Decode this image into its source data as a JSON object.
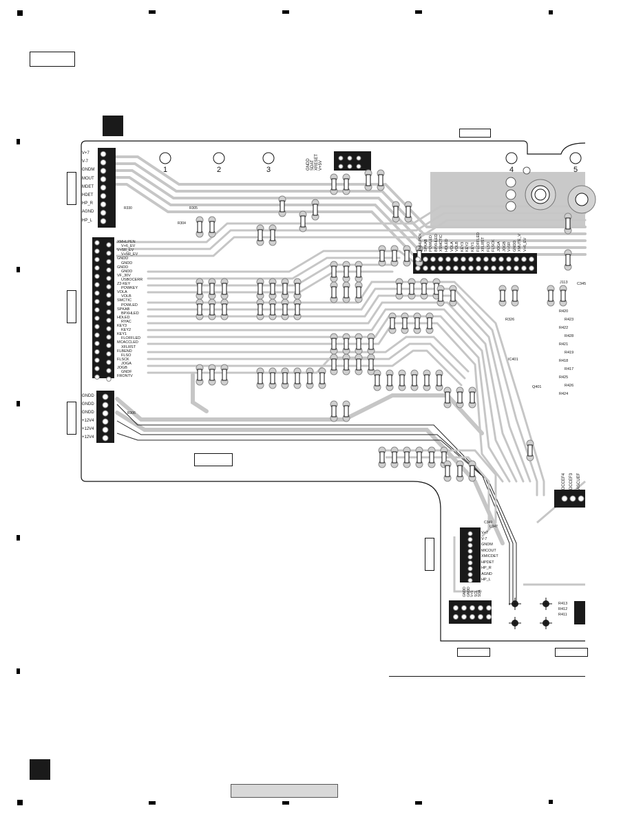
{
  "board": {
    "pin_numbers": [
      "1",
      "2",
      "3",
      "4",
      "5"
    ],
    "connector_left_top_pins": [
      "V+7",
      "V-7",
      "GNDM",
      "MOUT",
      "MDET",
      "HDET",
      "HP_R",
      "AGND",
      "HP_L"
    ],
    "connector_left_mid_pins": [
      "XMHLPEN",
      "V+6_EV",
      "V+5R_EV",
      "V+5R_EV",
      "GNDD",
      "GNDD",
      "GNDD",
      "GNDD",
      "VF_30V",
      "USBOCERR",
      "Z2-KEY",
      "POWKEY",
      "VOLA",
      "VOLB",
      "SMCTIC",
      "POWLED",
      "SPKAB",
      "BPXHLED",
      "HDLED",
      "RYAC",
      "KEY3",
      "KEY2",
      "KEY1",
      "FLOFFLED",
      "MCACCLED",
      "XFLRST",
      "FLBEND",
      "FLSO",
      "FLSCK",
      "JOGA",
      "JOGB",
      "GNDF",
      "FRONTV"
    ],
    "connector_left_bot_pins": [
      "GNDD",
      "GNDD",
      "GNDD",
      "+12V4",
      "+12V4",
      "+12V4"
    ],
    "top_connector_pins": [
      "V+5V",
      "XRESET",
      "SDAT",
      "GNDD"
    ],
    "header_mid_pins": [
      "XMHLPEN",
      "SPKAB",
      "POWLED",
      "BPXHLED",
      "XSMCTIC",
      "HDLED",
      "VOLA",
      "VOLB",
      "KEY3",
      "KEY2",
      "KEY1",
      "FLOFFLED",
      "XFLRST",
      "FLSO",
      "FLSCK",
      "JOGA",
      "JOGB",
      "V+5R",
      "GNDD",
      "XMUTE_V",
      "V+6_EV"
    ],
    "lower_connector_pins": [
      "V+7",
      "V-7",
      "GNDM",
      "MICOUT",
      "XMICDET",
      "HPDET",
      "HP_R",
      "AGND",
      "HP_L"
    ],
    "lower_connector_bottom_pins": [
      "GNDD",
      "GNDD",
      "V+5",
      "SCL",
      "SDA"
    ],
    "right_labels": [
      "R420",
      "R423",
      "R422",
      "R428",
      "R421",
      "R419",
      "R418",
      "R417",
      "R425",
      "R426",
      "R424",
      "R413",
      "R412",
      "R411",
      "J113",
      "C345",
      "R326",
      "IC401",
      "Q401"
    ],
    "right_vertical_labels": [
      "DCCEF4",
      "DCCEF3",
      "ASCUEF"
    ],
    "small_part_labels": [
      "C349",
      "C347",
      "R330",
      "R304",
      "R305",
      "R306"
    ]
  }
}
